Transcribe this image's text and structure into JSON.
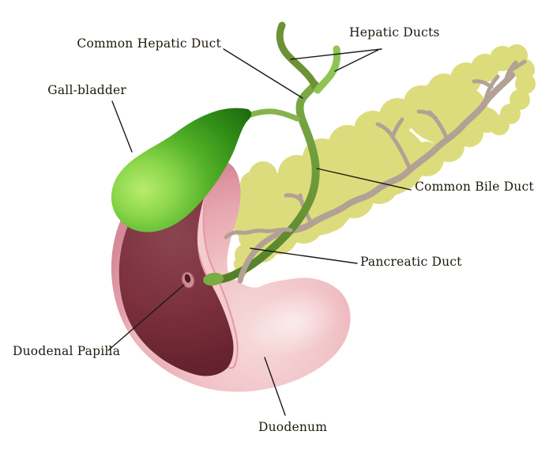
{
  "figure": {
    "labels": {
      "common_hepatic_duct": "Common Hepatic Duct",
      "hepatic_ducts": "Hepatic Ducts",
      "gall_bladder": "Gall-bladder",
      "common_bile_duct": "Common Bile Duct",
      "pancreatic_duct": "Pancreatic Duct",
      "duodenal_papilla": "Duodenal Papilla",
      "duodenum": "Duodenum"
    },
    "colors": {
      "background": "#ffffff",
      "text": "#1f190d",
      "leader_line": "#1a1a1a",
      "pancreas": "#dcdc7d",
      "pancreatic_duct": "#b3a195",
      "bile_duct_green": "#689535",
      "hepatic_duct_left": "#6d9135",
      "hepatic_duct_right": "#8fc355",
      "cystic_duct": "#86b44c",
      "gallbladder_highlight": "#b6ea68",
      "gallbladder_dark": "#1d660d",
      "duodenum_outer_pink": "#f1c3c7",
      "duodenum_edge_pink": "#d78d99",
      "duodenum_lumen_maroon": "#7c313d",
      "duodenum_rim_pale": "#f4cbce"
    }
  }
}
